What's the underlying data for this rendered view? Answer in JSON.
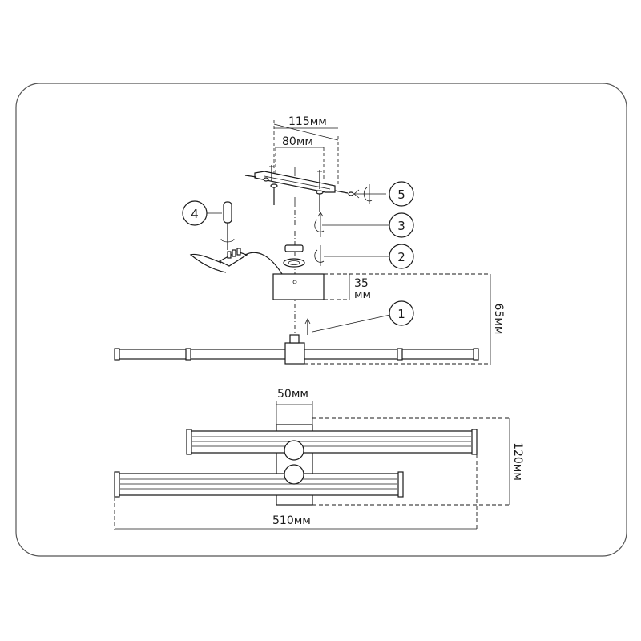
{
  "dimensions": {
    "bracket_width": "115мм",
    "hole_spacing": "80мм",
    "canopy_height_value": "35",
    "canopy_height_unit": "мм",
    "total_height": "65мм",
    "canopy_width": "50мм",
    "total_depth": "120мм",
    "total_length": "510мм"
  },
  "callouts": [
    "1",
    "2",
    "3",
    "4",
    "5"
  ],
  "colors": {
    "line": "#1a1a1a",
    "frame": "#555555",
    "background": "#ffffff"
  }
}
